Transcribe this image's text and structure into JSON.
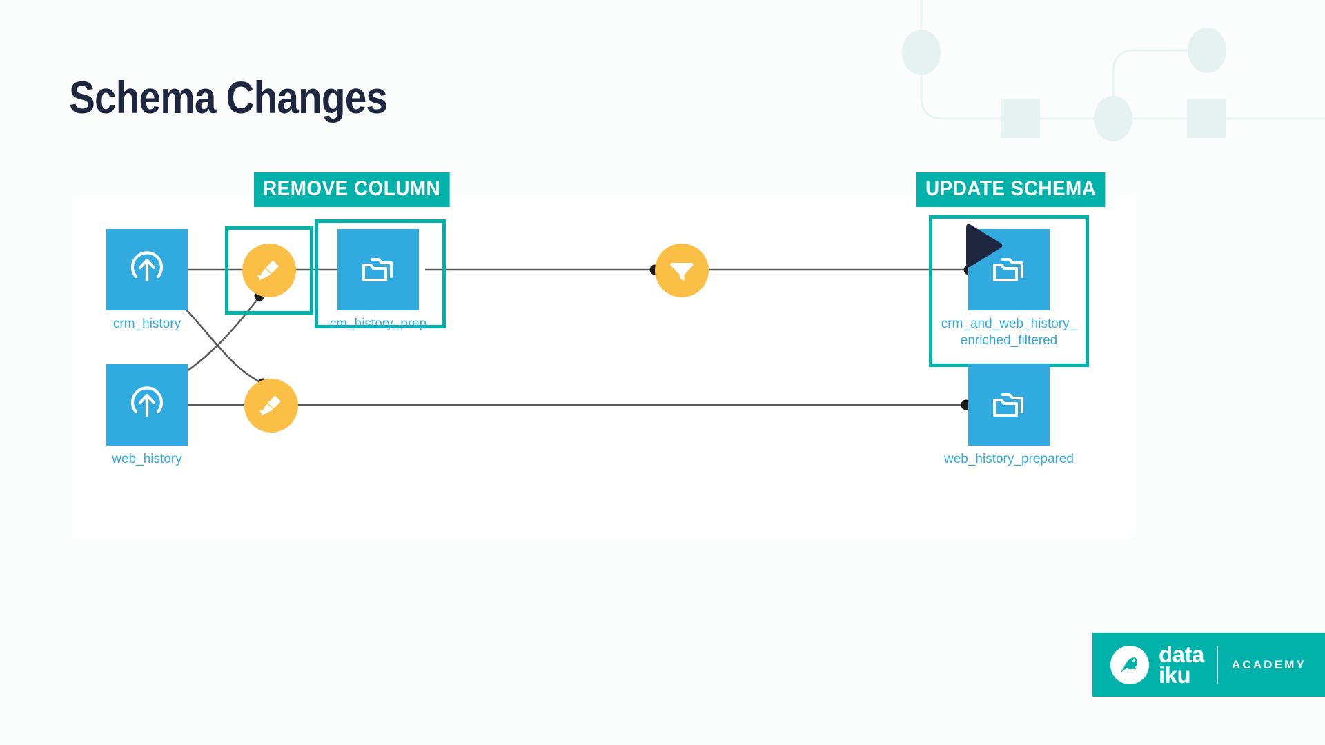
{
  "page": {
    "title": "Schema Changes",
    "background_color": "#fbfdfd",
    "panel_color": "#ffffff"
  },
  "colors": {
    "title_navy": "#1f2640",
    "teal": "#00b2a9",
    "dataset_blue": "#31abdf",
    "recipe_yellow": "#fbbf45",
    "edge_gray": "#5a5a5a",
    "deco_mint": "#e6f3f1"
  },
  "badges": [
    {
      "id": "remove-column",
      "label": "REMOVE COLUMN"
    },
    {
      "id": "update-schema",
      "label": "UPDATE SCHEMA"
    }
  ],
  "flow": {
    "datasets": [
      {
        "id": "crm_history",
        "label": "crm_history",
        "icon": "upload-icon"
      },
      {
        "id": "cm_history_prep",
        "label": "cm_history_prep",
        "icon": "folder-icon"
      },
      {
        "id": "crm_and_web_history_enriched_filtered",
        "label": "crm_and_web_history_\nenriched_filtered",
        "label_line1": "crm_and_web_history_",
        "label_line2": "enriched_filtered",
        "icon": "folder-icon"
      },
      {
        "id": "web_history",
        "label": "web_history",
        "icon": "upload-icon"
      },
      {
        "id": "web_history_prepared",
        "label": "web_history_prepared",
        "icon": "folder-icon"
      }
    ],
    "recipes": [
      {
        "id": "prepare-top",
        "type": "prepare",
        "icon": "broom-icon"
      },
      {
        "id": "prepare-bottom",
        "type": "prepare",
        "icon": "broom-icon"
      },
      {
        "id": "filter",
        "type": "filter",
        "icon": "funnel-icon"
      }
    ],
    "highlight_boxes": [
      {
        "id": "hl-prepare-top",
        "for": "prepare-top",
        "badge": "remove-column"
      },
      {
        "id": "hl-cm-prep",
        "for": "cm_history_prep",
        "badge": "remove-column"
      },
      {
        "id": "hl-enriched",
        "for": "crm_and_web_history_enriched_filtered",
        "badge": "update-schema"
      }
    ],
    "cursor": {
      "id": "play-cursor",
      "icon": "play-cursor-icon"
    }
  },
  "logo": {
    "bird_icon": "dataiku-bird-icon",
    "word_line1": "data",
    "word_line2": "iku",
    "suffix": "ACADEMY"
  }
}
